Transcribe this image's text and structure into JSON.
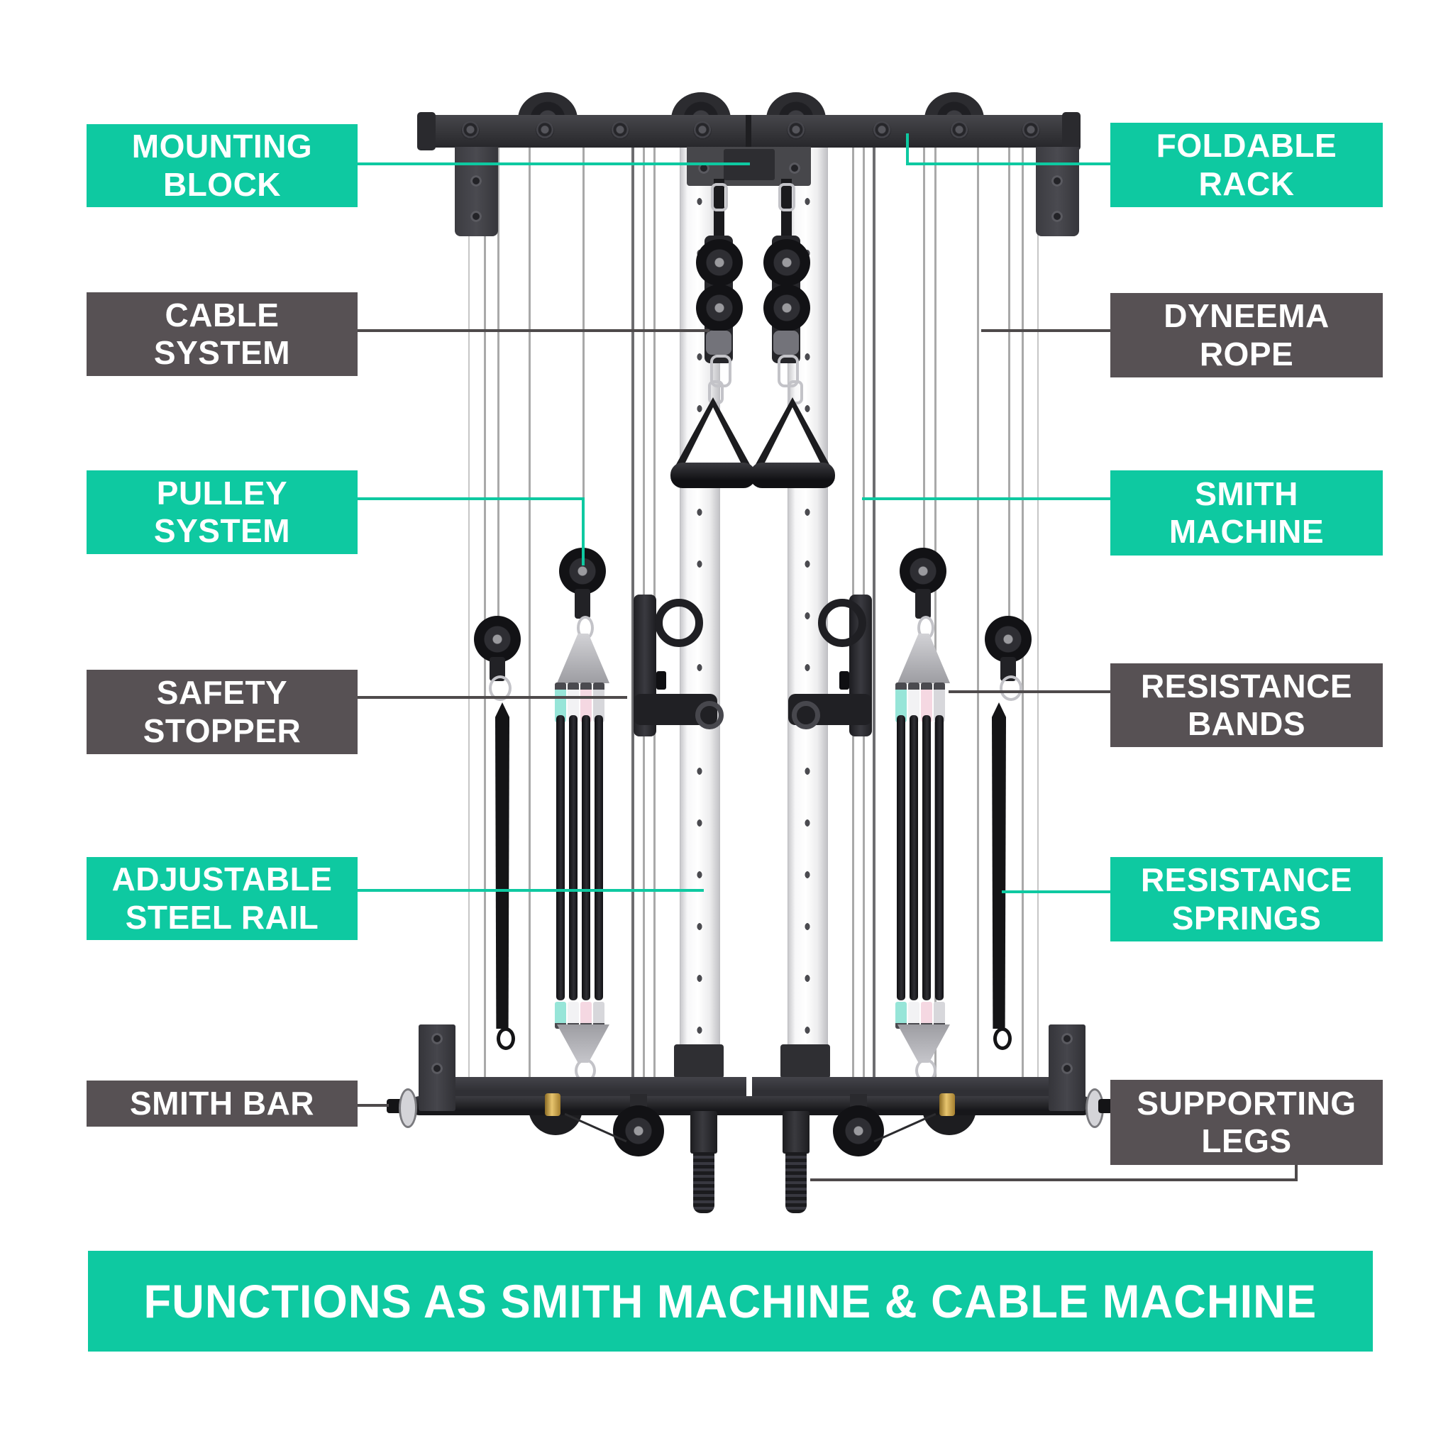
{
  "banner": {
    "text": "FUNCTIONS AS SMITH MACHINE & CABLE MACHINE"
  },
  "labels": {
    "mounting_block": "MOUNTING\nBLOCK",
    "cable_system": "CABLE\nSYSTEM",
    "pulley_system": "PULLEY\nSYSTEM",
    "safety_stopper": "SAFETY\nSTOPPER",
    "adjustable_steel_rail": "ADJUSTABLE\nSTEEL RAIL",
    "smith_bar": "SMITH BAR",
    "foldable_rack": "FOLDABLE\nRACK",
    "dyneema_rope": "DYNEEMA\nROPE",
    "smith_machine": "SMITH\nMACHINE",
    "resistance_bands": "RESISTANCE\nBANDS",
    "resistance_springs": "RESISTANCE\nSPRINGS",
    "supporting_legs": "SUPPORTING\nLEGS"
  },
  "colors": {
    "accent_teal": "#0ec9a1",
    "label_gray": "#575154",
    "connector_gray": "#4e4a4b",
    "machine_dark": "#39393d",
    "brass_collar": "#c9a04b",
    "band_clip_teal": "#97e5d8",
    "band_clip_pink": "#f5d8e2"
  }
}
